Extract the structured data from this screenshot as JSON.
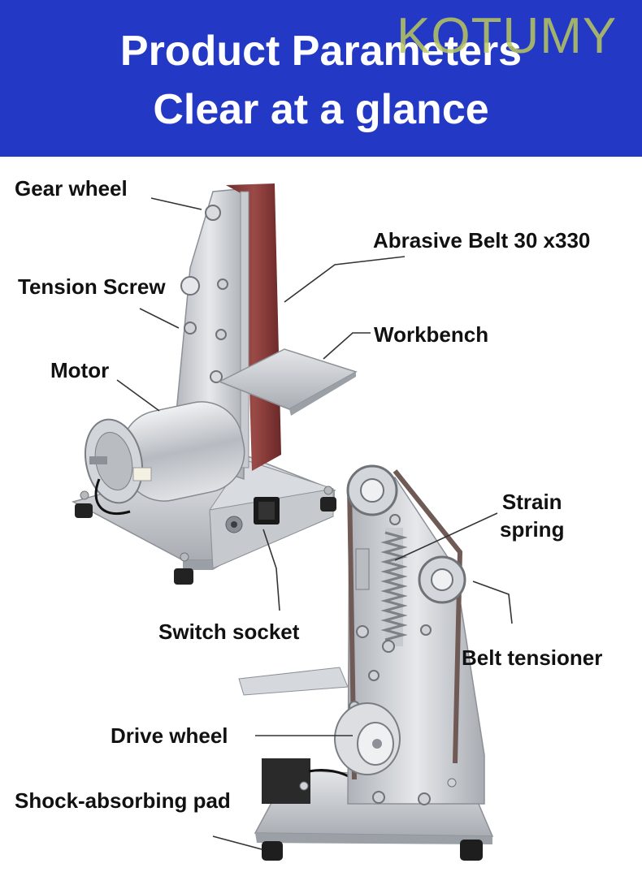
{
  "banner": {
    "line1": "Product Parameters",
    "line2": "Clear at a glance",
    "brand": "KOTUMY",
    "color": "#2338c4"
  },
  "labels": {
    "gear_wheel": "Gear wheel",
    "abrasive_belt": "Abrasive Belt 30 x330",
    "tension_screw": "Tension Screw",
    "workbench": "Workbench",
    "motor": "Motor",
    "strain_spring_line1": "Strain",
    "strain_spring_line2": "spring",
    "switch_socket": "Switch socket",
    "belt_tensioner": "Belt tensioner",
    "drive_wheel": "Drive wheel",
    "shock_pad": "Shock-absorbing pad"
  },
  "colors": {
    "belt": "#8b3a3a",
    "metal": "#c9ccd1",
    "switch": "#1a1a1a"
  }
}
